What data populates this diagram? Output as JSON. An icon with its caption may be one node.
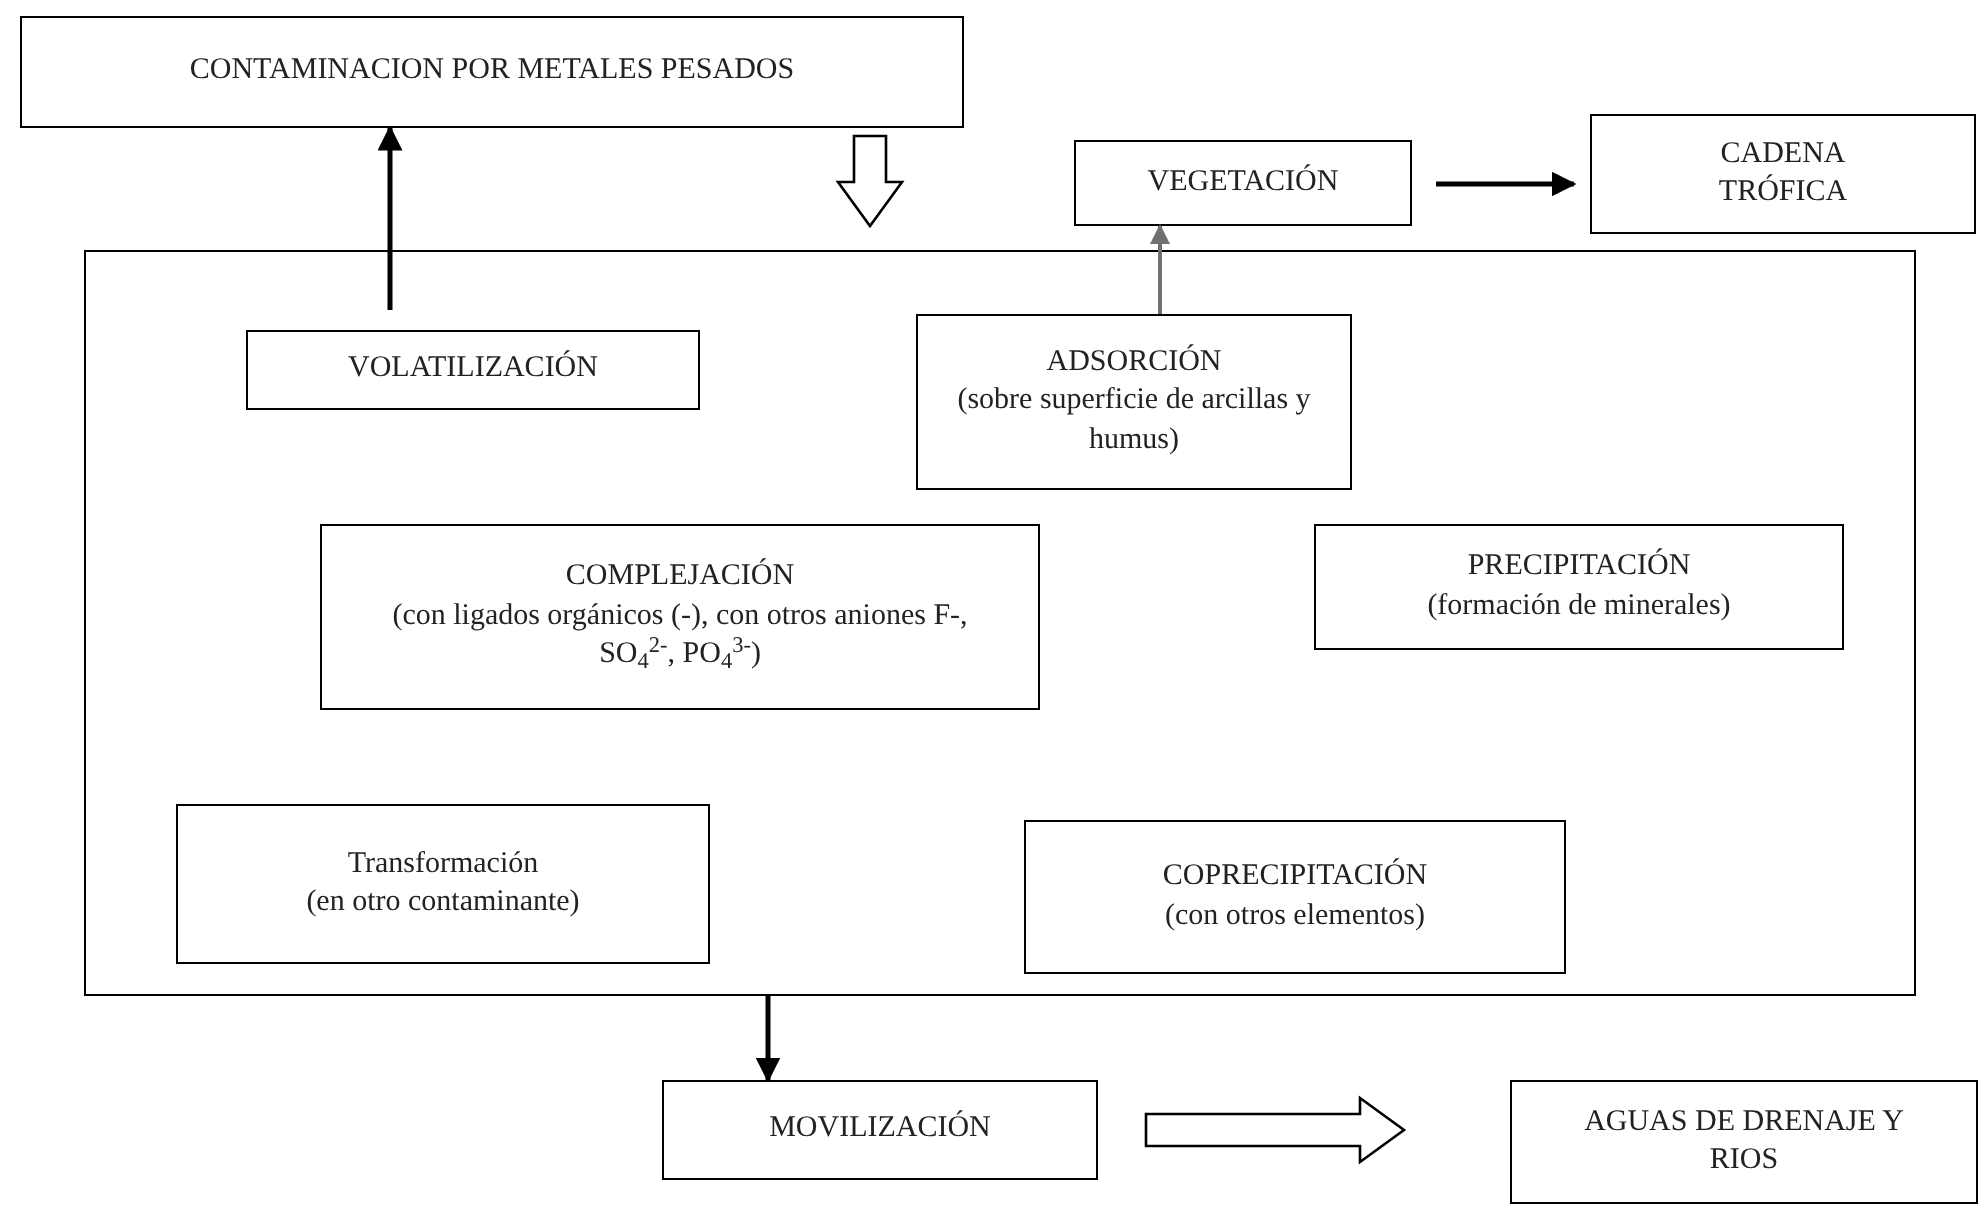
{
  "diagram": {
    "nodes": [
      {
        "text": [
          "CONTAMINACION POR METALES PESADOS"
        ]
      },
      {
        "text": [],
        "shape": "box"
      },
      {
        "text": [
          "VOLATILIZACIÓN"
        ],
        "in": 1
      },
      {
        "text": [
          "ADSORCIÓN",
          "(sobre superficie de arcillas y humus)"
        ],
        "in": 1
      },
      {
        "text": [
          "COMPLEJACIÓN",
          "(con ligados orgánicos (-), con otros aniones F-, SO$_{4}$$^{2-}$, PO$_{4}$$^{3-}$)"
        ],
        "in": 1
      },
      {
        "text": [
          "PRECIPITACIÓN",
          "(formación de minerales)"
        ],
        "in": 1
      },
      {
        "text": [
          "Transformación",
          "(en otro contaminante)"
        ],
        "in": 1
      },
      {
        "text": [
          "COPRECIPITACIÓN",
          "(con otros elementos)"
        ],
        "in": 1
      },
      {
        "text": [
          "VEGETACIÓN"
        ]
      },
      {
        "text": [
          "CADENA TRÓFICA"
        ]
      },
      {
        "text": [
          "MOVILIZACIÓN"
        ]
      },
      {
        "text": [
          "AGUAS DE DRENAJE Y RIOS"
        ]
      }
    ],
    "edges": [
      {
        "from": 2,
        "to": 0,
        "arrow": "to"
      },
      {
        "from": 0,
        "to": 1,
        "arrow": "to",
        "style": "thick"
      },
      {
        "from": 3,
        "to": 8,
        "arrow": "to",
        "color": "#707070"
      },
      {
        "from": 8,
        "to": 9,
        "arrow": "to"
      },
      {
        "from": 1,
        "to": 10,
        "arrow": "to"
      },
      {
        "from": 10,
        "to": 11,
        "arrow": "to",
        "style": "thick"
      }
    ]
  }
}
